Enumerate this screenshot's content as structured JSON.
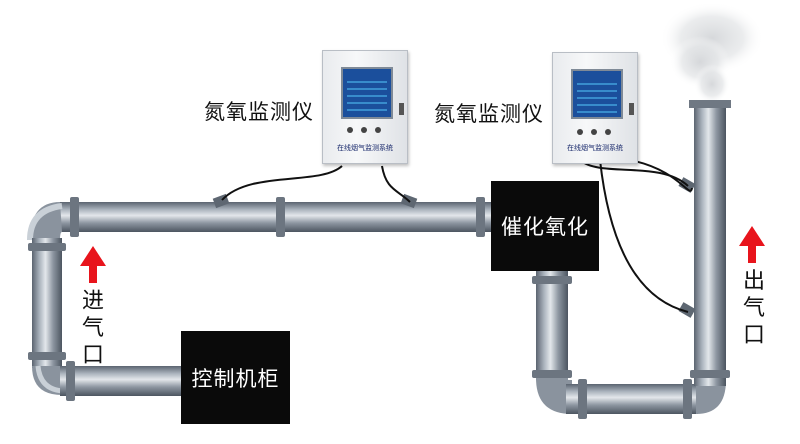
{
  "diagram": {
    "analyzer_label_1": "氮氧监测仪",
    "analyzer_label_2": "氮氧监测仪",
    "catalytic_box": "催化氧化",
    "control_cabinet": "控制机柜",
    "inlet_label": "进气口",
    "outlet_label": "出气口",
    "cabinet_1_caption": "在线烟气监测系统",
    "cabinet_2_caption": "在线烟气监测系统"
  },
  "colors": {
    "pipe": "#7d8793",
    "arrow": "#e8141c",
    "box": "#0a0a0a"
  }
}
